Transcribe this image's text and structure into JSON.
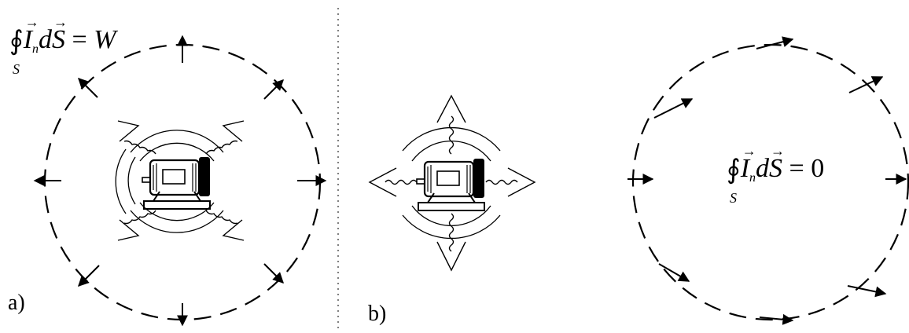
{
  "panel_a": {
    "label": "a)",
    "equation": {
      "integral": "∮",
      "I": "I",
      "n": "n",
      "d": "d",
      "S": "S",
      "equals": " = ",
      "rhs": "W",
      "limit": "S"
    }
  },
  "panel_b": {
    "label": "b)",
    "equation": {
      "integral": "∮",
      "I": "I",
      "n": "n",
      "d": "d",
      "S": "S",
      "equals": " = ",
      "rhs": "0",
      "limit": "S"
    }
  },
  "colors": {
    "ink": "#000000",
    "divider": "#555555",
    "background": "#ffffff"
  },
  "icons": [
    "motor-icon",
    "wave-icon",
    "outward-arrow-icon",
    "tangential-arrow-icon"
  ]
}
